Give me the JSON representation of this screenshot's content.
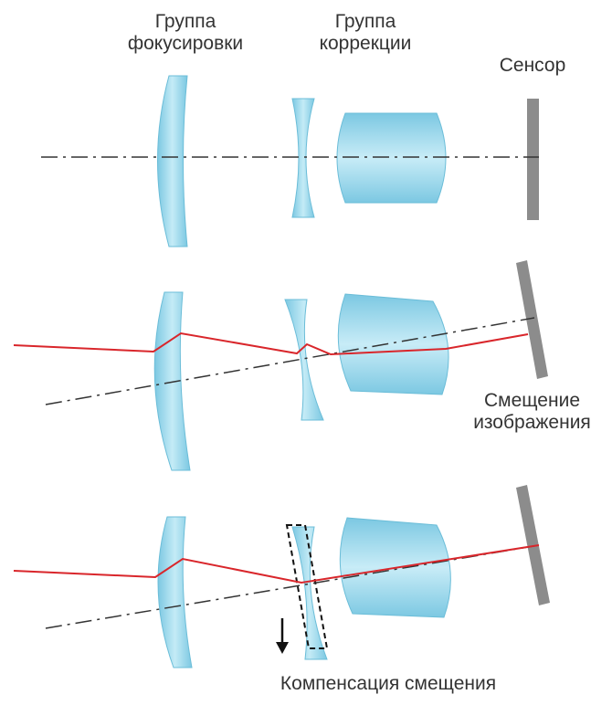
{
  "labels": {
    "focus_group": [
      "Группа",
      "фокусировки"
    ],
    "correction_group": [
      "Группа",
      "коррекции"
    ],
    "sensor": "Сенсор",
    "image_shift": [
      "Смещение",
      "изображения"
    ],
    "shift_compensation": "Компенсация смещения"
  },
  "colors": {
    "lens_fill": "#9fd8ea",
    "lens_edge": "#5fb9d6",
    "sensor": "#8c8c8c",
    "ray": "#d9262b",
    "axis": "#333333",
    "text": "#333333"
  },
  "icons": {
    "compensation_arrow": "arrow-down-icon"
  }
}
